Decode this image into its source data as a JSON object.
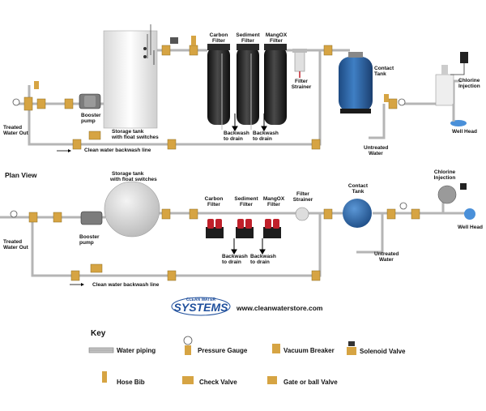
{
  "top_view": {
    "labels": {
      "carbon": [
        "Carbon",
        "Filter"
      ],
      "sediment": [
        "Sediment",
        "Filter"
      ],
      "mangox": [
        "MangOX",
        "Filter"
      ],
      "filter_strainer": [
        "Filter",
        "Strainer"
      ],
      "contact_tank": [
        "Contact",
        "Tank"
      ],
      "chlorine": [
        "Chlorine",
        "Injection"
      ],
      "treated": [
        "Treated",
        "Water Out"
      ],
      "booster": [
        "Booster",
        "pump"
      ],
      "storage": [
        "Storage tank",
        "with float switches"
      ],
      "backwash1": [
        "Backwash",
        "to drain"
      ],
      "backwash2": [
        "Backwash",
        "to drain"
      ],
      "untreated": [
        "Untreated",
        "Water"
      ],
      "well_head": "Well Head",
      "clean_line": "Clean water backwash line"
    }
  },
  "plan_view": {
    "title": "Plan View",
    "labels": {
      "storage": [
        "Storage tank",
        "with float switches"
      ],
      "carbon": [
        "Carbon",
        "Filter"
      ],
      "sediment": [
        "Sediment",
        "Filter"
      ],
      "mangox": [
        "MangOX",
        "Filter"
      ],
      "filter_strainer": [
        "Filter",
        "Strainer"
      ],
      "contact_tank": [
        "Contact",
        "Tank"
      ],
      "chlorine": [
        "Chlorine",
        "Injection"
      ],
      "well_head": "Well Head",
      "treated": [
        "Treated",
        "Water Out"
      ],
      "booster": [
        "Booster",
        "pump"
      ],
      "backwash1": [
        "Backwash",
        "to drain"
      ],
      "backwash2": [
        "Backwash",
        "to drain"
      ],
      "untreated": [
        "Untreated",
        "Water"
      ],
      "clean_line": "Clean water backwash line"
    }
  },
  "brand": {
    "tag": "CLEAN WATER",
    "name": "SYSTEMS",
    "url": "www.cleanwaterstore.com"
  },
  "key": {
    "title": "Key",
    "items": {
      "water_piping": "Water piping",
      "pressure_gauge": "Pressure Gauge",
      "vacuum_breaker": "Vacuum Breaker",
      "solenoid_valve": "Solenoid Valve",
      "hose_bib": "Hose Bib",
      "check_valve": "Check Valve",
      "gate_valve": "Gate or ball Valve"
    }
  },
  "colors": {
    "pipe": "#b8b8b8",
    "brass": "#d6a443",
    "tank_blue": "#2b63a3",
    "filter_black": "#1d1d1d",
    "valve_red": "#c0202a",
    "brand_blue": "#1f4f9c"
  }
}
